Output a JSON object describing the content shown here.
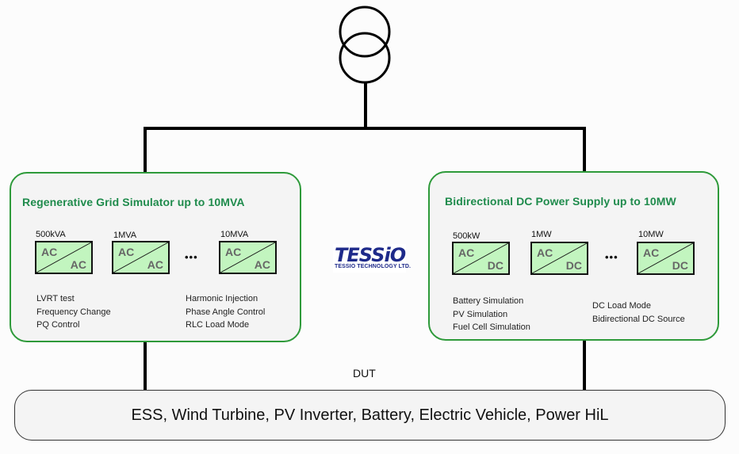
{
  "transformer": {
    "icon": "transformer-icon"
  },
  "left_panel": {
    "title": "Regenerative Grid Simulator up to 10MVA",
    "converters": [
      {
        "rating": "500kVA",
        "input": "AC",
        "output": "AC"
      },
      {
        "rating": "1MVA",
        "input": "AC",
        "output": "AC"
      },
      {
        "rating": "10MVA",
        "input": "AC",
        "output": "AC"
      }
    ],
    "ellipsis": "•••",
    "features_left": [
      "LVRT test",
      "Frequency Change",
      "PQ Control"
    ],
    "features_right": [
      "Harmonic Injection",
      "Phase Angle Control",
      "RLC Load Mode"
    ]
  },
  "right_panel": {
    "title": "Bidirectional DC Power Supply up to 10MW",
    "converters": [
      {
        "rating": "500kW",
        "input": "AC",
        "output": "DC"
      },
      {
        "rating": "1MW",
        "input": "AC",
        "output": "DC"
      },
      {
        "rating": "10MW",
        "input": "AC",
        "output": "DC"
      }
    ],
    "ellipsis": "•••",
    "features_left": [
      "Battery Simulation",
      "PV Simulation",
      "Fuel Cell Simulation"
    ],
    "features_right": [
      "DC Load Mode",
      "Bidirectional DC Source"
    ]
  },
  "logo": {
    "main": "TESSiO",
    "sub": "TESSIO TECHNOLOGY LTD."
  },
  "dut": {
    "label": "DUT",
    "devices": "ESS, Wind Turbine, PV Inverter, Battery, Electric Vehicle, Power HiL"
  },
  "colors": {
    "panel_border": "#2e9a3a",
    "panel_title": "#1f8b4c",
    "converter_fill": "#c2f5bf",
    "logo": "#1e2a8a"
  }
}
